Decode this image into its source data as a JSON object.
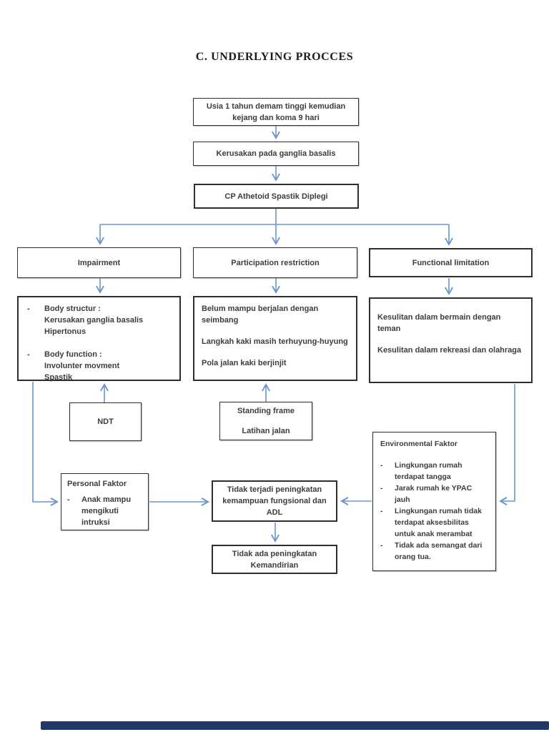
{
  "title": "C. UNDERLYING PROCCES",
  "colors": {
    "arrow": "#6b96cc",
    "box_border": "#2e2e2e",
    "text": "#3d3d3d",
    "bottom_bar": "#1f3864"
  },
  "flow": {
    "onset": "Usia 1 tahun demam tinggi kemudian kejang dan koma 9 hari",
    "damage": "Kerusakan pada ganglia basalis",
    "diagnosis": "CP Athetoid Spastik Diplegi"
  },
  "branches": {
    "impairment": {
      "label": "Impairment",
      "bullet": "-",
      "groups": [
        {
          "heading": "Body structur :",
          "line1": "Kerusakan ganglia basalis",
          "line2": "Hipertonus"
        },
        {
          "heading": "Body function :",
          "line1": "Involunter movment",
          "line2": "Spastik"
        }
      ],
      "intervention": "NDT"
    },
    "participation": {
      "label": "Participation restriction",
      "details": [
        "Belum mampu berjalan dengan seimbang",
        "Langkah kaki masih terhuyung-huyung",
        "Pola jalan kaki berjinjit"
      ],
      "intervention_line1": "Standing frame",
      "intervention_line2": "Latihan jalan"
    },
    "functional": {
      "label": "Functional limitation",
      "details": [
        "Kesulitan dalam bermain dengan teman",
        "Kesulitan dalam rekreasi dan olahraga"
      ]
    }
  },
  "factors": {
    "personal": {
      "title": "Personal Faktor",
      "bullet": "-",
      "item": "Anak mampu mengikuti intruksi"
    },
    "environmental": {
      "title": "Environmental Faktor",
      "bullet": "-",
      "items": [
        "Lingkungan rumah terdapat tangga",
        "Jarak rumah ke YPAC jauh",
        "Lingkungan rumah tidak terdapat aksesbilitas untuk anak merambat",
        "Tidak ada semangat dari orang tua."
      ]
    }
  },
  "outcomes": {
    "functional_outcome": "Tidak terjadi peningkatan kemampuan fungsional dan ADL",
    "independence_outcome": "Tidak ada peningkatan Kemandirian"
  }
}
